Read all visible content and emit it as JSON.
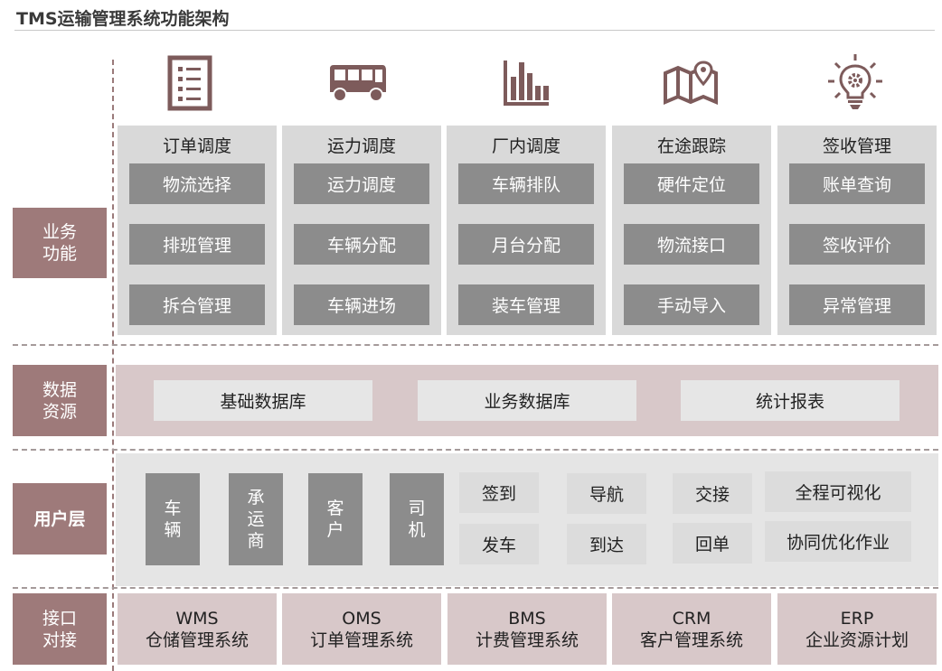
{
  "title": "TMS运输管理系统功能架构",
  "colors": {
    "accent": "#9e7a7a",
    "icon": "#7d5b5b",
    "dark_item": "#8c8c8c",
    "column_bg": "#d9d9d9",
    "pink_band": "#d8c8c9",
    "light_band": "#e5e5e5"
  },
  "layers": {
    "business": "业务\n功能",
    "data": "数据\n资源",
    "user": "用户层",
    "interface": "接口\n对接"
  },
  "business_columns": [
    {
      "icon": "checklist-icon",
      "title": "订单调度",
      "items": [
        "物流选择",
        "排班管理",
        "拆合管理"
      ]
    },
    {
      "icon": "bus-icon",
      "title": "运力调度",
      "items": [
        "运力调度",
        "车辆分配",
        "车辆进场"
      ]
    },
    {
      "icon": "bar-chart-icon",
      "title": "厂内调度",
      "items": [
        "车辆排队",
        "月台分配",
        "装车管理"
      ]
    },
    {
      "icon": "map-pin-icon",
      "title": "在途跟踪",
      "items": [
        "硬件定位",
        "物流接口",
        "手动导入"
      ]
    },
    {
      "icon": "lightbulb-gear-icon",
      "title": "签收管理",
      "items": [
        "账单查询",
        "签收评价",
        "异常管理"
      ]
    }
  ],
  "data_resources": [
    "基础数据库",
    "业务数据库",
    "统计报表"
  ],
  "user_layer": {
    "roles": [
      "车\n辆",
      "承\n运\n商",
      "客\n户",
      "司\n机"
    ],
    "actions": [
      [
        "签到",
        "发车"
      ],
      [
        "导航",
        "到达"
      ],
      [
        "交接",
        "回单"
      ],
      [
        "全程可视化",
        "协同优化作业"
      ]
    ]
  },
  "interfaces": [
    {
      "code": "WMS",
      "name": "仓储管理系统"
    },
    {
      "code": "OMS",
      "name": "订单管理系统"
    },
    {
      "code": "BMS",
      "name": "计费管理系统"
    },
    {
      "code": "CRM",
      "name": "客户管理系统"
    },
    {
      "code": "ERP",
      "name": "企业资源计划"
    }
  ]
}
